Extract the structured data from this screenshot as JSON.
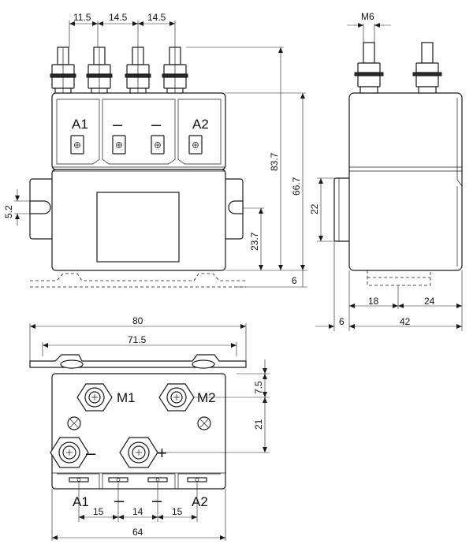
{
  "front_view": {
    "terminal_labels": [
      "A1",
      "–",
      "–",
      "A2"
    ],
    "dimensions": {
      "pitch_1": "11.5",
      "pitch_2": "14.5",
      "pitch_3": "14.5",
      "overall_height": "83.7",
      "body_height": "66.7",
      "mount_height": "23.7",
      "slot_width": "5.2",
      "foot_height": "6"
    }
  },
  "side_view": {
    "dimensions": {
      "stud_size": "M6",
      "bracket_height": "22",
      "foot_offset": "6",
      "left_part": "18",
      "right_part": "24",
      "depth": "42"
    }
  },
  "top_view": {
    "terminal_labels": {
      "m1": "M1",
      "m2": "M2",
      "minus": "–",
      "plus": "+",
      "a1": "A1",
      "neg1": "–",
      "neg2": "–",
      "a2": "A2"
    },
    "dimensions": {
      "overall_width": "80",
      "hole_spacing": "71.5",
      "top_offset": "7.5",
      "row_spacing": "21",
      "tab_pitch_1": "15",
      "tab_pitch_2": "14",
      "tab_pitch_3": "15",
      "body_width": "64"
    }
  }
}
